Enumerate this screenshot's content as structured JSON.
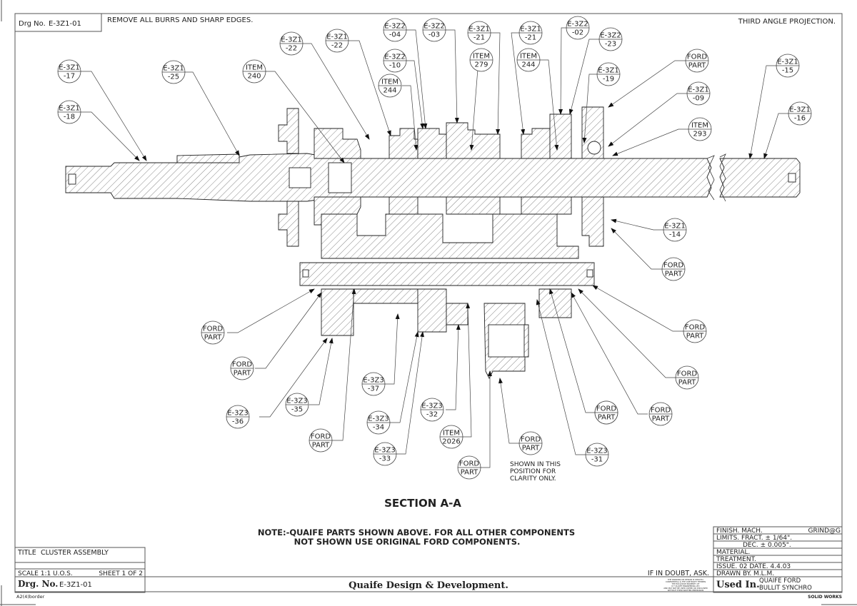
{
  "header": {
    "drg_no_label": "Drg No.",
    "drg_no_value": "E-3Z1-01",
    "note_top": "REMOVE ALL BURRS AND SHARP EDGES.",
    "projection": "THIRD ANGLE PROJECTION."
  },
  "drawing": {
    "section_title": "SECTION A-A",
    "clarity_note": [
      "SHOWN IN THIS",
      "POSITION FOR",
      "CLARITY ONLY."
    ],
    "main_note": [
      "NOTE:-QUAIFE PARTS SHOWN ABOVE. FOR ALL OTHER COMPONENTS",
      "NOT SHOWN USE ORIGINAL FORD COMPONENTS."
    ],
    "balloons": [
      {
        "id": "b1",
        "l1": "E-3Z1",
        "l2": "-17"
      },
      {
        "id": "b2",
        "l1": "E-3Z1",
        "l2": "-18"
      },
      {
        "id": "b3",
        "l1": "E-3Z1",
        "l2": "-25"
      },
      {
        "id": "b4",
        "l1": "ITEM",
        "l2": "240"
      },
      {
        "id": "b5",
        "l1": "E-3Z1",
        "l2": "-22"
      },
      {
        "id": "b6",
        "l1": "E-3Z1",
        "l2": "-22"
      },
      {
        "id": "b7",
        "l1": "E-3Z2",
        "l2": "-04"
      },
      {
        "id": "b8",
        "l1": "E-3Z2",
        "l2": "-03"
      },
      {
        "id": "b9",
        "l1": "E-3Z2",
        "l2": "-10"
      },
      {
        "id": "b10",
        "l1": "ITEM",
        "l2": "244"
      },
      {
        "id": "b11",
        "l1": "E-3Z1",
        "l2": "-21"
      },
      {
        "id": "b12",
        "l1": "ITEM",
        "l2": "279"
      },
      {
        "id": "b13",
        "l1": "E-3Z1",
        "l2": "-21"
      },
      {
        "id": "b14",
        "l1": "ITEM",
        "l2": "244"
      },
      {
        "id": "b15",
        "l1": "E-3Z2",
        "l2": "-02"
      },
      {
        "id": "b16",
        "l1": "E-3Z2",
        "l2": "-23"
      },
      {
        "id": "b17",
        "l1": "E-3Z1",
        "l2": "-19"
      },
      {
        "id": "b18",
        "l1": "FORD",
        "l2": "PART"
      },
      {
        "id": "b19",
        "l1": "E-3Z1",
        "l2": "-09"
      },
      {
        "id": "b20",
        "l1": "ITEM",
        "l2": "293"
      },
      {
        "id": "b21",
        "l1": "E-3Z1",
        "l2": "-15"
      },
      {
        "id": "b22",
        "l1": "E-3Z1",
        "l2": "-16"
      },
      {
        "id": "b23",
        "l1": "E-3Z1",
        "l2": "-14"
      },
      {
        "id": "b24",
        "l1": "FORD",
        "l2": "PART"
      },
      {
        "id": "b25",
        "l1": "FORD",
        "l2": "PART"
      },
      {
        "id": "b26",
        "l1": "FORD",
        "l2": "PART"
      },
      {
        "id": "b27",
        "l1": "FORD",
        "l2": "PART"
      },
      {
        "id": "b28",
        "l1": "FORD",
        "l2": "PART"
      },
      {
        "id": "b29",
        "l1": "E-3Z3",
        "l2": "-31"
      },
      {
        "id": "b30",
        "l1": "FORD",
        "l2": "PART"
      },
      {
        "id": "b31",
        "l1": "FORD",
        "l2": "PART"
      },
      {
        "id": "b32",
        "l1": "FORD",
        "l2": "PART"
      },
      {
        "id": "b33",
        "l1": "E-3Z3",
        "l2": "-36"
      },
      {
        "id": "b34",
        "l1": "E-3Z3",
        "l2": "-35"
      },
      {
        "id": "b35",
        "l1": "FORD",
        "l2": "PART"
      },
      {
        "id": "b36",
        "l1": "E-3Z3",
        "l2": "-37"
      },
      {
        "id": "b37",
        "l1": "E-3Z3",
        "l2": "-34"
      },
      {
        "id": "b38",
        "l1": "E-3Z3",
        "l2": "-33"
      },
      {
        "id": "b39",
        "l1": "E-3Z3",
        "l2": "-32"
      },
      {
        "id": "b40",
        "l1": "ITEM",
        "l2": "2026"
      },
      {
        "id": "b41",
        "l1": "FORD",
        "l2": "PART"
      },
      {
        "id": "b42",
        "l1": "FORD",
        "l2": "PART"
      }
    ]
  },
  "title_block": {
    "title_label": "TITLE",
    "title_value": "CLUSTER ASSEMBLY",
    "scale": "SCALE 1:1 U.O.S.",
    "sheet": "SHEET 1 OF 2",
    "drg_label": "Drg. No.",
    "drg_value": "E-3Z1-01",
    "border_ref": "A2(4)border",
    "company": "Quaife Design & Development.",
    "if_in_doubt": "IF IN DOUBT, ASK.",
    "copyright_lines": [
      "THE DRAWING OR DESIGN IS STRICTLY",
      "CONFIDENTIAL & THE COPYRIGHT THEREIN",
      "THE EXCLUSIVE PROPERTY OF",
      "R T QUAIFE ENGINEERING LTD",
      "AND MAY NOT BE USED COPIED OR DISCLOSED",
      "WITHOUT THEIR WRITTEN PERMISSION"
    ],
    "finish": "FINISH. MACH.",
    "finish_value": "GRIND@G",
    "limits_fract": "LIMITS. FRACT. ± 1/64\".",
    "limits_dec": "DEC. ± 0.005\".",
    "material": "MATERIAL.",
    "treatment": "TREATMENT.",
    "issue": "ISSUE. 02  DATE. 4.4.03",
    "drawn_by": "DRAWN BY. M.L.M.",
    "used_in_label": "Used In.",
    "used_in_l1": "QUAIFE FORD",
    "used_in_l2": "BULLIT SYNCHRO",
    "cad": "SOLID WORKS"
  }
}
